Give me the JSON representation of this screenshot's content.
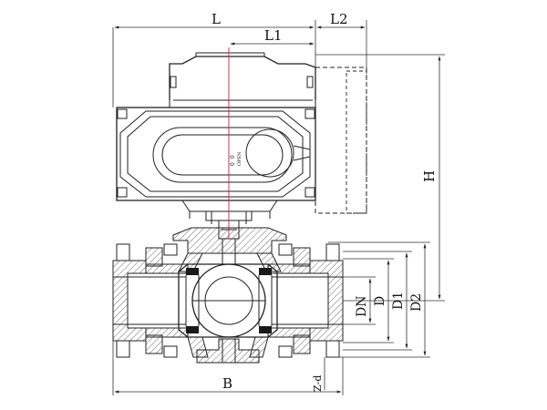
{
  "diagram": {
    "labels": {
      "L": "L",
      "L2": "L2",
      "L1": "L1",
      "H": "H",
      "DN": "DN",
      "D": "D",
      "D1": "D1",
      "D2": "D2",
      "B": "B",
      "Zd": "Z-d"
    },
    "badge_text": [
      "0",
      "0",
      "OPEN"
    ]
  }
}
